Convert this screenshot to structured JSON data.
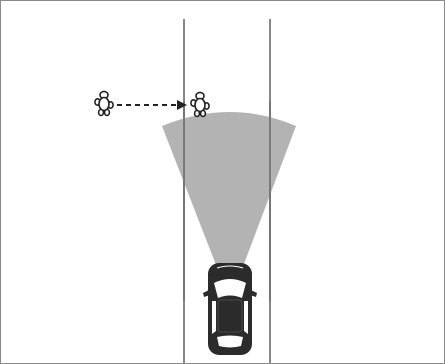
{
  "diagram": {
    "description_elements": {
      "lanes": 1,
      "pedestrians": 2,
      "vehicles": 1
    },
    "colors": {
      "border": "#8a8a8a",
      "lane_line": "#6b6b6b",
      "detection_zone": "#b3b3b3",
      "vehicle_body": "#2b2b2b",
      "vehicle_glass": "#ffffff",
      "pedestrian_outline": "#222222",
      "motion_arrow": "#222222"
    },
    "icons": {
      "pedestrian_start": "pedestrian-icon",
      "pedestrian_end": "pedestrian-icon",
      "vehicle": "car-top-view-icon",
      "arrow": "dashed-arrow-right-icon"
    }
  }
}
